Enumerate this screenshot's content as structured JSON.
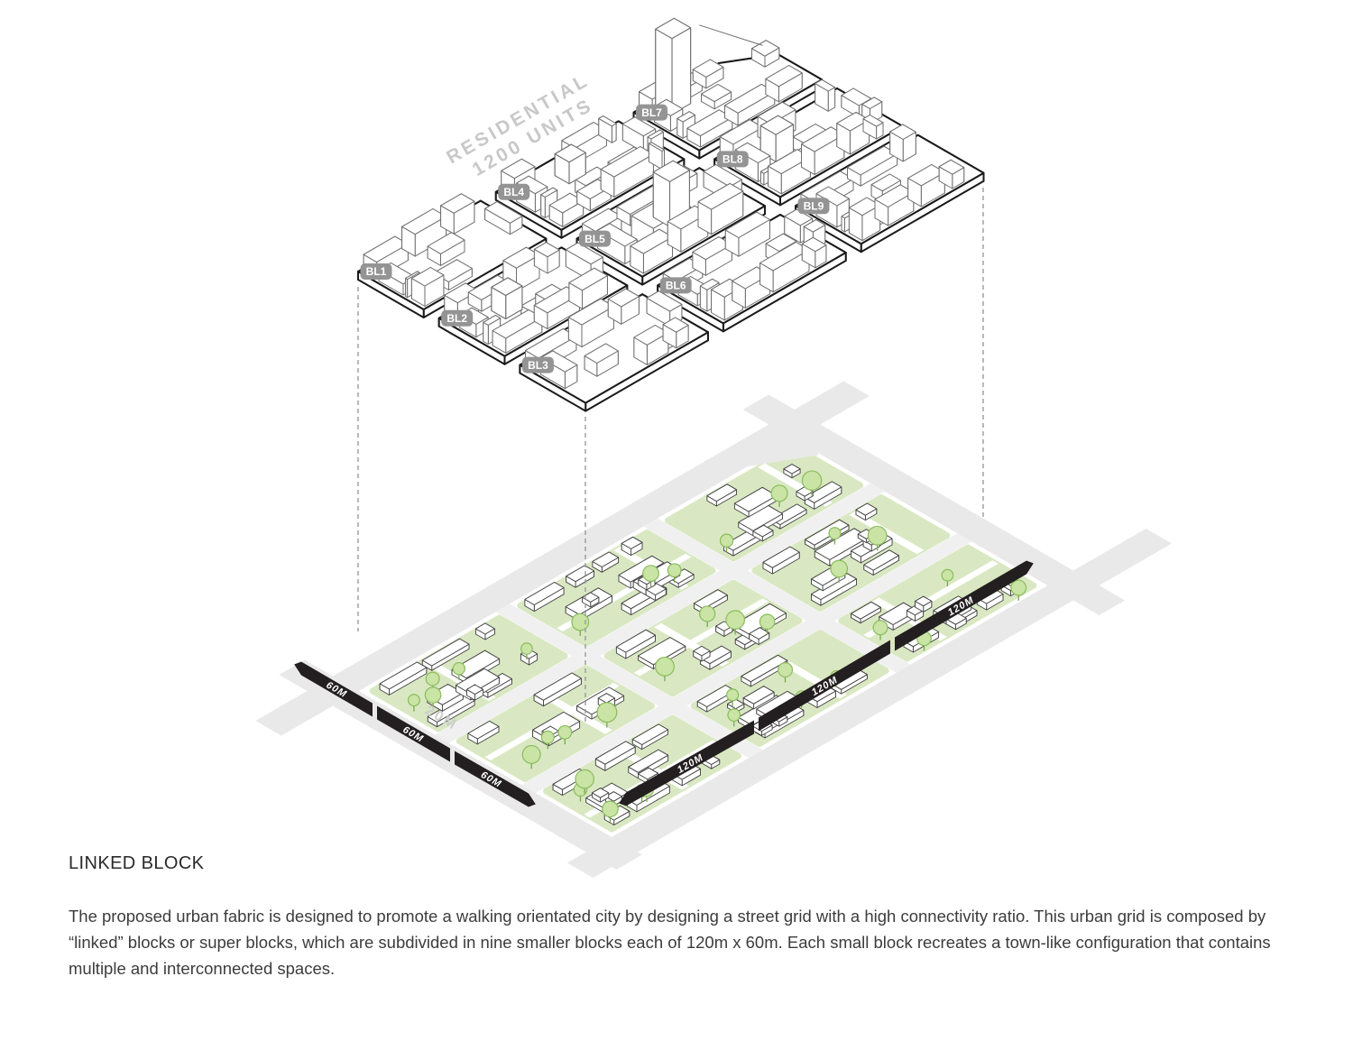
{
  "annotation": {
    "residential_line1": "RESIDENTIAL",
    "residential_line2": "1200 UNITS"
  },
  "blocks": [
    {
      "label": "BL1"
    },
    {
      "label": "BL2"
    },
    {
      "label": "BL3"
    },
    {
      "label": "BL4"
    },
    {
      "label": "BL5"
    },
    {
      "label": "BL6"
    },
    {
      "label": "BL7"
    },
    {
      "label": "BL8"
    },
    {
      "label": "BL9"
    }
  ],
  "dimensions": {
    "left_bars": [
      "60M",
      "60M",
      "60M"
    ],
    "right_bars": [
      "120M",
      "120M",
      "120M"
    ],
    "road_width_label": "20M"
  },
  "caption": {
    "title": "LINKED BLOCK",
    "body": "The proposed urban fabric is designed to promote a walking orientated city by designing a street grid with a high connectivity ratio. This urban grid is composed by “linked” blocks or super blocks, which are subdivided in nine smaller blocks each of 120m x 60m. Each small block recreates a town-like configuration that contains multiple and interconnected spaces."
  },
  "colors": {
    "background": "#ffffff",
    "road": "#e9e9e9",
    "road_internal": "#f0f0f0",
    "green": "#d9e8c2",
    "tree_fill": "#c9e4a4",
    "tree_stroke": "#8abc5d",
    "tree_trunk": "#76a94f",
    "building_fill": "#ffffff",
    "building_stroke_upper": "#6f6f6f",
    "slab_stroke": "#1a1a1a",
    "building_stroke_lower": "#454545",
    "chip_bg": "#949494",
    "chip_text": "#ffffff",
    "dim_bar": "#231f20",
    "dim_text": "#ffffff",
    "dashed_line": "#9b9b9b",
    "residential_text": "#c8c8c8",
    "road_label_text": "#cdcdcd"
  }
}
